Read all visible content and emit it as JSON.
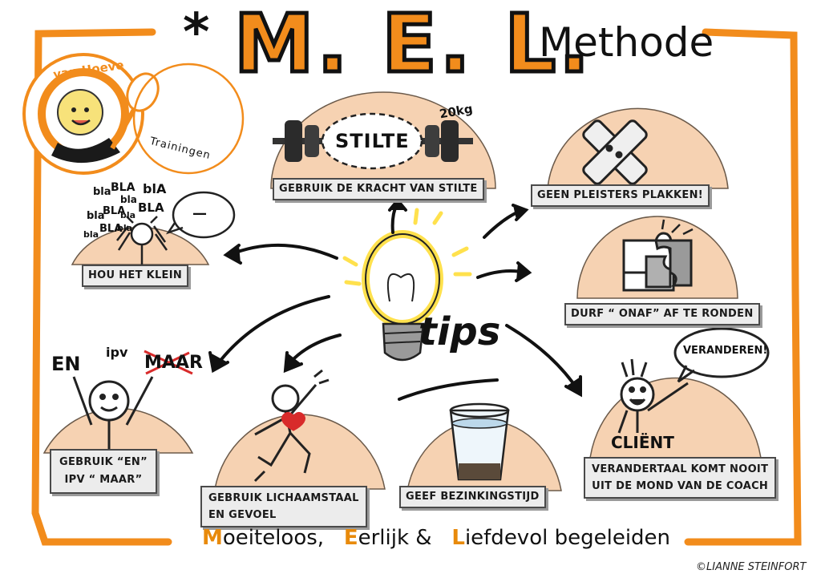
{
  "title": {
    "asterisk": "*",
    "main": "M. E. L.",
    "subtitle": "Methode"
  },
  "logo": {
    "name_top": "van Hoeve",
    "name_bottom": "Trainingen"
  },
  "center": {
    "tips_label": "tips"
  },
  "tips": [
    {
      "id": "stilte",
      "label": "GEBRUIK DE KRACHT VAN STILTE",
      "art_text": "STILTE",
      "weight_text": "20kg"
    },
    {
      "id": "pleisters",
      "label": "GEEN PLEISTERS PLAKKEN!"
    },
    {
      "id": "klein",
      "label": "HOU HET KLEIN",
      "art_text": [
        "bla",
        "BLA",
        "bla",
        "bla",
        "BLA",
        "bla",
        "bla",
        "BLA",
        "bla",
        "blA",
        "BLA",
        "—"
      ]
    },
    {
      "id": "onaf",
      "label": "DURF “ ONAF” AF TE RONDEN"
    },
    {
      "id": "en",
      "label_line1": "GEBRUIK “EN”",
      "label_line2": "IPV “ MAAR”",
      "art_en": "EN",
      "art_ipv": "ipv",
      "art_maar": "MAAR"
    },
    {
      "id": "lichaam",
      "label_line1": "GEBRUIK LICHAAMSTAAL",
      "label_line2": "EN GEVOEL"
    },
    {
      "id": "bezinking",
      "label": "GEEF BEZINKINGSTIJD"
    },
    {
      "id": "verandertaal",
      "label_line1": "VERANDERTAAL KOMT NOOIT",
      "label_line2": "UIT DE MOND VAN DE COACH",
      "bubble": "VERANDEREN!",
      "client": "CLIËNT"
    }
  ],
  "tagline": {
    "m": "M",
    "m_rest": "oeiteloos,",
    "e": "E",
    "e_rest": "erlijk &",
    "l": "L",
    "l_rest": "iefdevol begeleiden"
  },
  "copyright": "©LIANNE STEINFORT",
  "colors": {
    "orange": "#f28c1c",
    "peach": "#f6d2b2",
    "label_gray": "#ececec",
    "bulb_yellow": "#ffe680"
  }
}
